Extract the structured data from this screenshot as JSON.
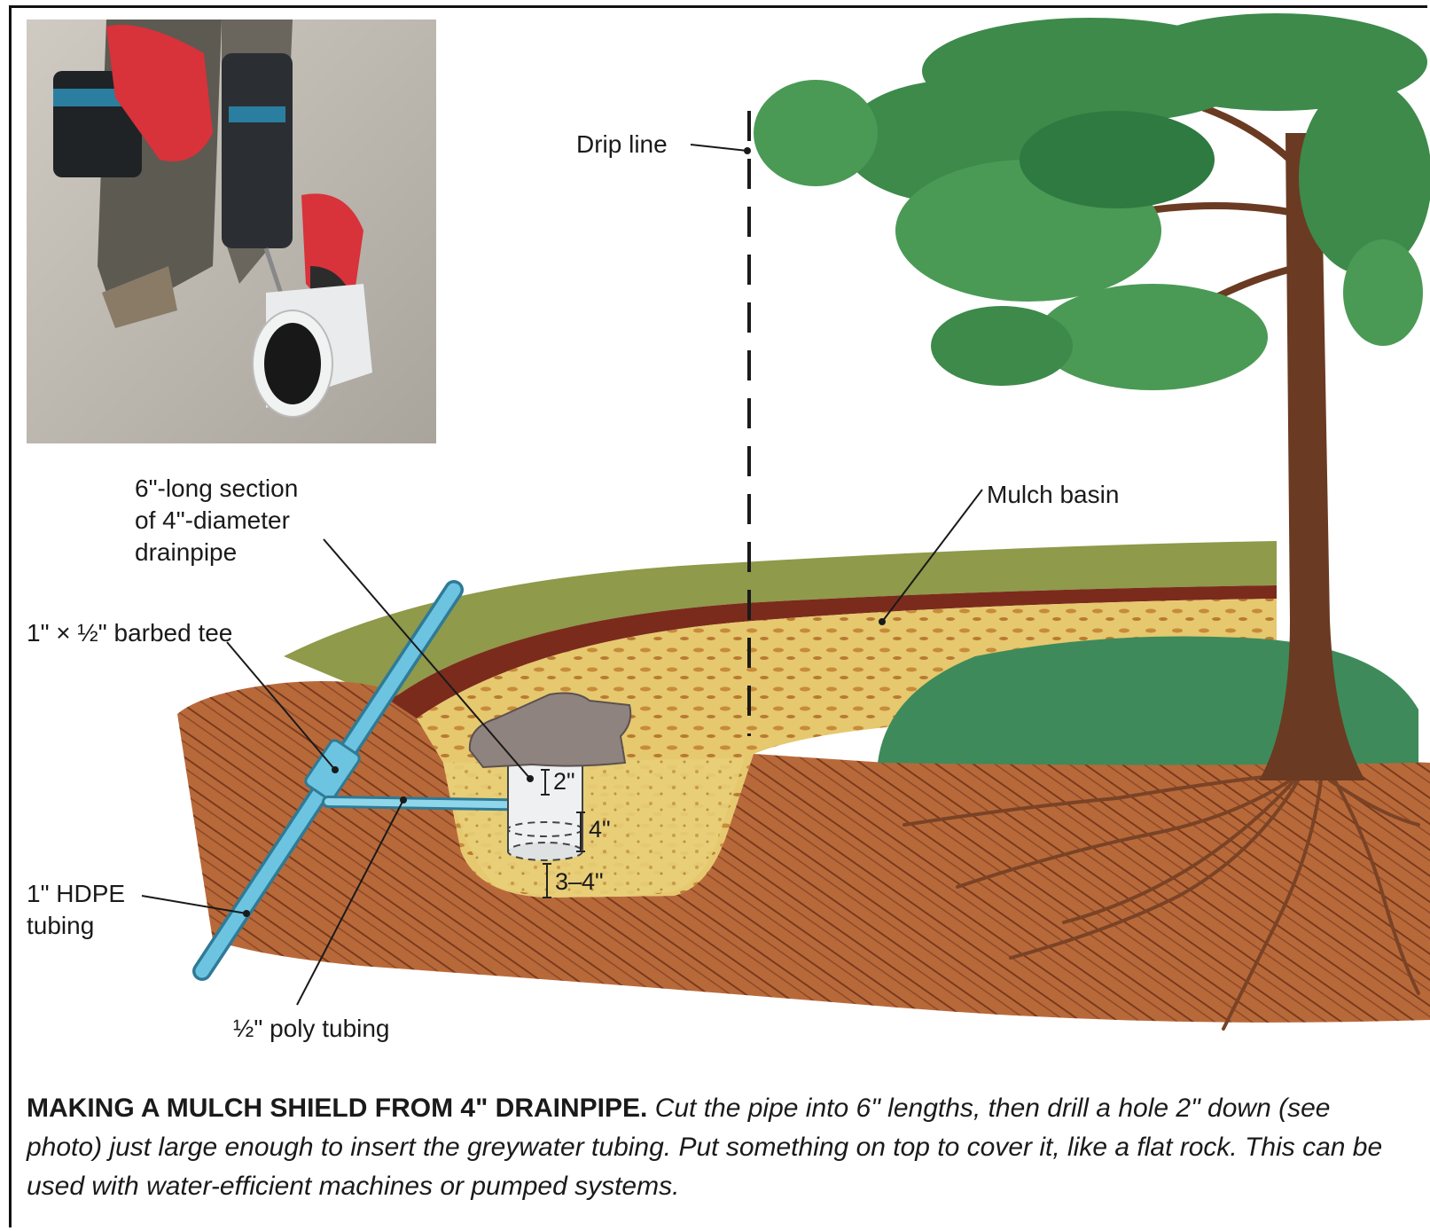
{
  "labels": {
    "drip_line": "Drip line",
    "drainpipe_section": "6\"-long section\nof 4\"-diameter\ndrainpipe",
    "barbed_tee": "1\" × ½\" barbed tee",
    "hdpe_tubing": "1\" HDPE\ntubing",
    "poly_tubing": "½\" poly tubing",
    "mulch_basin": "Mulch basin"
  },
  "dimensions": {
    "top_gap": "2\"",
    "pipe_below_tube": "4\"",
    "below_pipe": "3–4\""
  },
  "caption": {
    "lead": "MAKING A MULCH SHIELD FROM 4\" DRAINPIPE.",
    "body": "Cut the pipe into 6\" lengths, then drill a hole 2\" down (see photo) just large enough to insert the greywater tubing. Put something on top to cover it, like a flat rock. This can be used with water-efficient machines or pumped systems."
  },
  "colors": {
    "soil": "#b8693a",
    "mulch": "#e2c56a",
    "foliage": "#3d8a4a",
    "tubing": "#6cc4e0",
    "trunk": "#6b3a22",
    "rock": "#8f8380"
  }
}
